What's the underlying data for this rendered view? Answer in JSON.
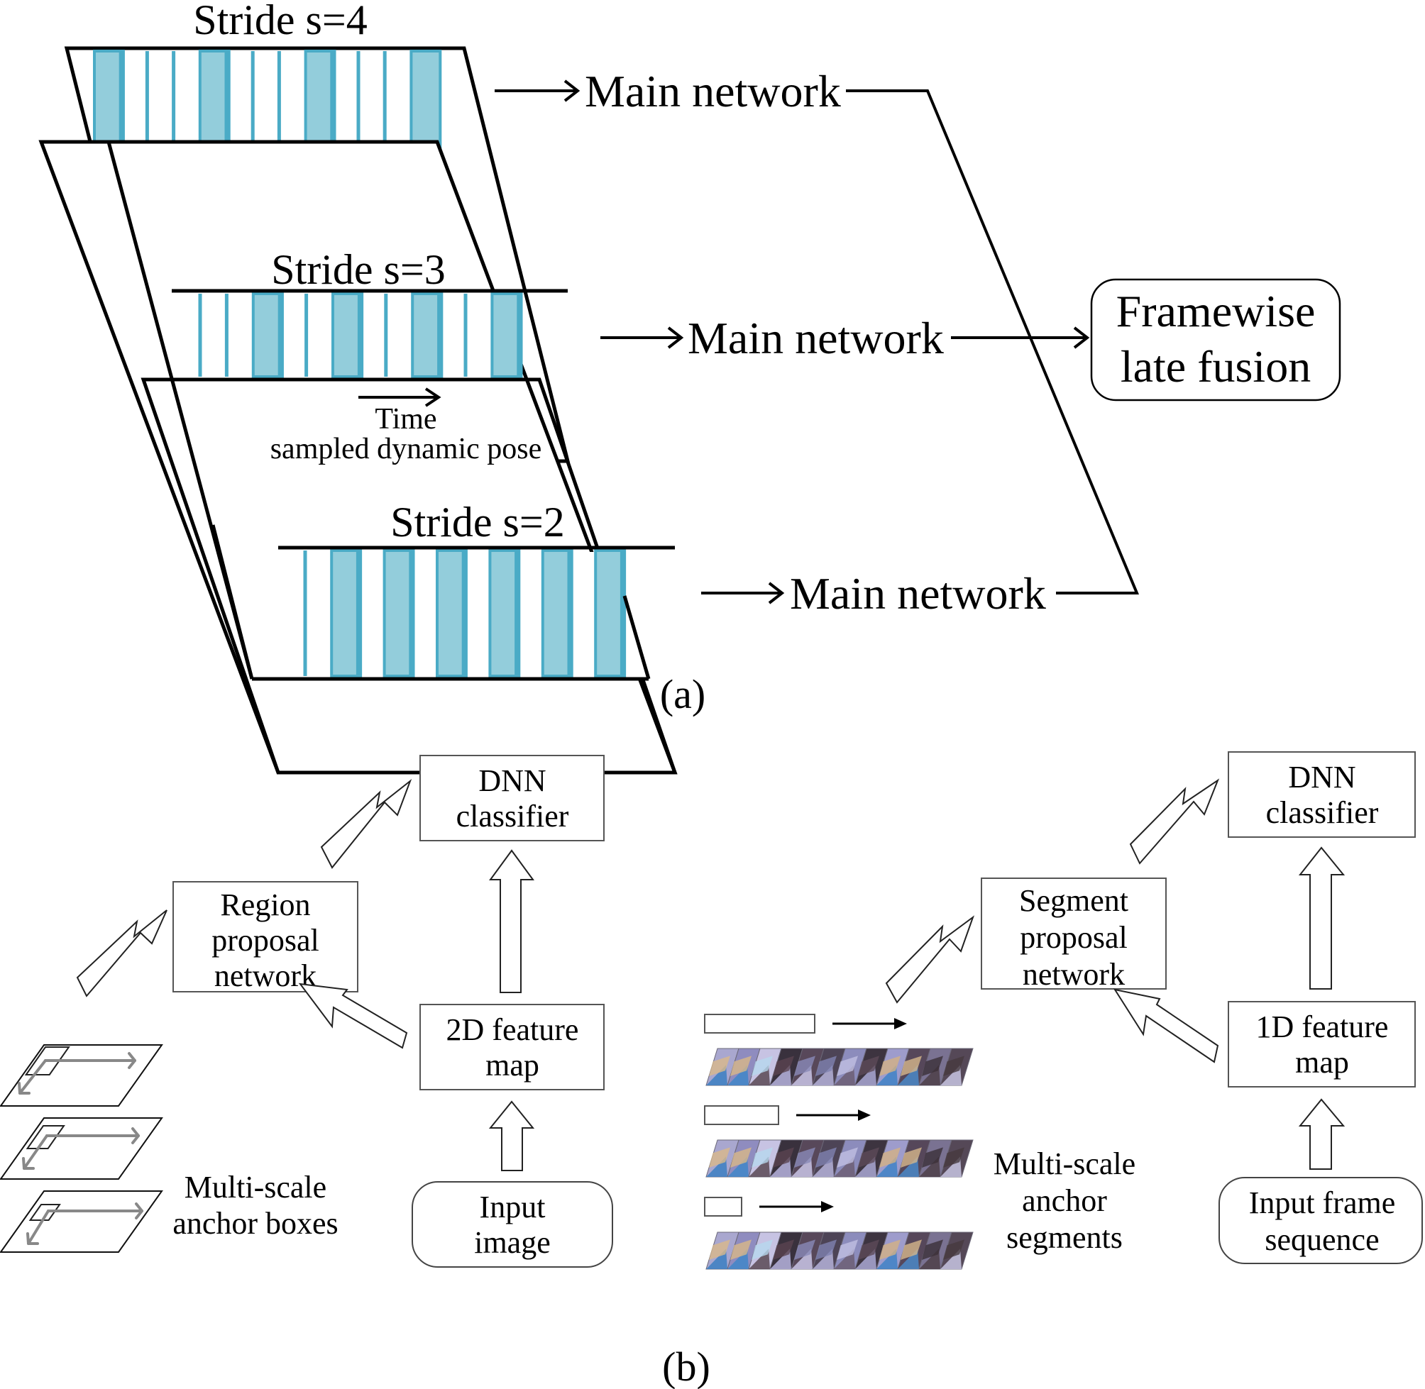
{
  "panel_a": {
    "caption": "(a)",
    "strides": [
      {
        "label": "Stride s=4",
        "stride": 4
      },
      {
        "label": "Stride s=3",
        "stride": 3
      },
      {
        "label": "Stride s=2",
        "stride": 2
      }
    ],
    "main_network_label": "Main network",
    "time_label": "Time",
    "sampled_label": "sampled dynamic pose",
    "fusion_label_line1": "Framewise",
    "fusion_label_line2": "late fusion",
    "colors": {
      "stripe_fill": "#93cddb",
      "stripe_edge": "#4aabc6",
      "outline": "#000000"
    }
  },
  "panel_b": {
    "caption": "(b)",
    "left": {
      "classifier_line1": "DNN",
      "classifier_line2": "classifier",
      "proposal_line1": "Region",
      "proposal_line2": "proposal",
      "proposal_line3": "network",
      "feature_line1": "2D feature",
      "feature_line2": "map",
      "input_line1": "Input",
      "input_line2": "image",
      "anchor_line1": "Multi-scale",
      "anchor_line2": "anchor boxes",
      "anchor_plane_count": 3
    },
    "right": {
      "classifier_line1": "DNN",
      "classifier_line2": "classifier",
      "proposal_line1": "Segment",
      "proposal_line2": "proposal",
      "proposal_line3": "network",
      "feature_line1": "1D feature",
      "feature_line2": "map",
      "input_line1": "Input frame",
      "input_line2": "sequence",
      "anchor_line1": "Multi-scale",
      "anchor_line2": "anchor",
      "anchor_line3": "segments",
      "segment_scales": [
        "large",
        "medium",
        "small"
      ],
      "frames_per_row": 12
    }
  }
}
